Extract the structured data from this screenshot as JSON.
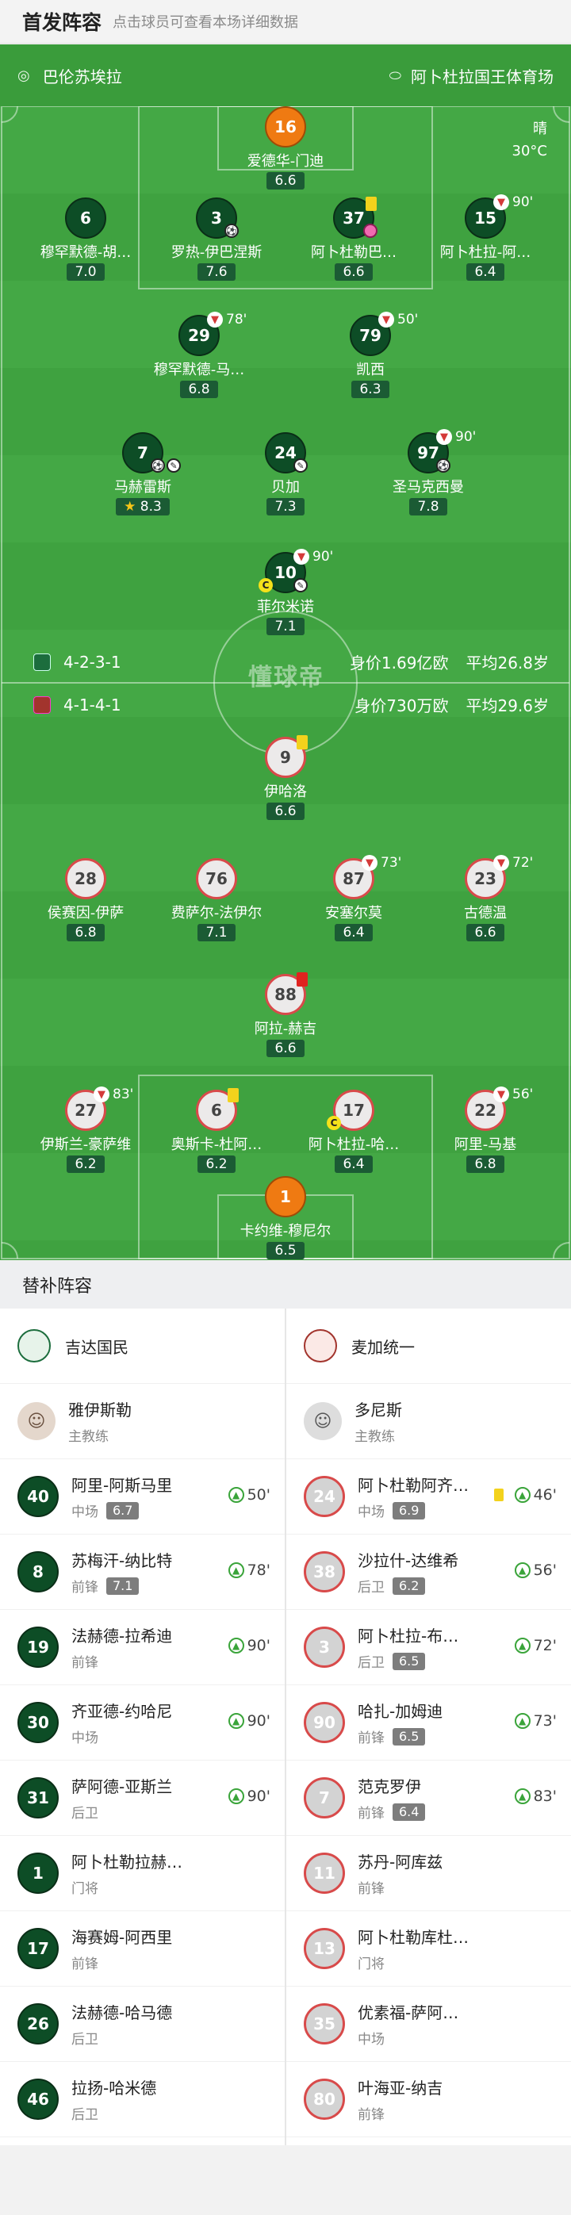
{
  "header": {
    "title": "首发阵容",
    "subtitle": "点击球员可查看本场详细数据"
  },
  "venue": {
    "coach_side": "巴伦苏埃拉",
    "stadium": "阿卜杜拉国王体育场"
  },
  "weather": {
    "condition": "晴",
    "temperature": "30°C"
  },
  "home_formation": {
    "formation": "4-2-3-1",
    "value": "身价1.69亿欧",
    "age": "平均26.8岁"
  },
  "away_formation": {
    "formation": "4-1-4-1",
    "value": "身价730万欧",
    "age": "平均29.6岁"
  },
  "watermark": "懂球帝",
  "home_players": [
    {
      "num": "16",
      "name": "爱德华-门迪",
      "rating": "6.6"
    },
    {
      "num": "6",
      "name": "穆罕默德-胡…",
      "rating": "7.0"
    },
    {
      "num": "3",
      "name": "罗热-伊巴涅斯",
      "rating": "7.6"
    },
    {
      "num": "37",
      "name": "阿卜杜勒巴…",
      "rating": "6.6"
    },
    {
      "num": "15",
      "name": "阿卜杜拉-阿…",
      "rating": "6.4",
      "sub": "90'"
    },
    {
      "num": "29",
      "name": "穆罕默德-马…",
      "rating": "6.8",
      "sub": "78'"
    },
    {
      "num": "79",
      "name": "凯西",
      "rating": "6.3",
      "sub": "50'"
    },
    {
      "num": "7",
      "name": "马赫雷斯",
      "rating": "8.3"
    },
    {
      "num": "24",
      "name": "贝加",
      "rating": "7.3"
    },
    {
      "num": "97",
      "name": "圣马克西曼",
      "rating": "7.8",
      "sub": "90'"
    },
    {
      "num": "10",
      "name": "菲尔米诺",
      "rating": "7.1",
      "sub": "90'"
    }
  ],
  "away_players": [
    {
      "num": "9",
      "name": "伊哈洛",
      "rating": "6.6"
    },
    {
      "num": "28",
      "name": "侯赛因-伊萨",
      "rating": "6.8"
    },
    {
      "num": "76",
      "name": "费萨尔-法伊尔",
      "rating": "7.1"
    },
    {
      "num": "87",
      "name": "安塞尔莫",
      "rating": "6.4",
      "sub": "73'"
    },
    {
      "num": "23",
      "name": "古德温",
      "rating": "6.6",
      "sub": "72'"
    },
    {
      "num": "88",
      "name": "阿拉-赫吉",
      "rating": "6.6"
    },
    {
      "num": "27",
      "name": "伊斯兰-豪萨维",
      "rating": "6.2",
      "sub": "83'"
    },
    {
      "num": "6",
      "name": "奥斯卡-杜阿…",
      "rating": "6.2"
    },
    {
      "num": "17",
      "name": "阿卜杜拉-哈…",
      "rating": "6.4"
    },
    {
      "num": "22",
      "name": "阿里-马基",
      "rating": "6.8",
      "sub": "56'"
    },
    {
      "num": "1",
      "name": "卡约维-穆尼尔",
      "rating": "6.5"
    }
  ],
  "subs_title": "替补阵容",
  "home_team": {
    "name": "吉达国民"
  },
  "away_team": {
    "name": "麦加统一"
  },
  "home_coach": {
    "name": "雅伊斯勒",
    "role": "主教练"
  },
  "away_coach": {
    "name": "多尼斯",
    "role": "主教练"
  },
  "home_subs": [
    {
      "num": "40",
      "name": "阿里-阿斯马里",
      "pos": "中场",
      "rating": "6.7",
      "on": "50'"
    },
    {
      "num": "8",
      "name": "苏梅汗-纳比特",
      "pos": "前锋",
      "rating": "7.1",
      "on": "78'"
    },
    {
      "num": "19",
      "name": "法赫德-拉希迪",
      "pos": "前锋",
      "on": "90'"
    },
    {
      "num": "30",
      "name": "齐亚德-约哈尼",
      "pos": "中场",
      "on": "90'"
    },
    {
      "num": "31",
      "name": "萨阿德-亚斯兰",
      "pos": "后卫",
      "on": "90'"
    },
    {
      "num": "1",
      "name": "阿卜杜勒拉赫…",
      "pos": "门将"
    },
    {
      "num": "17",
      "name": "海赛姆-阿西里",
      "pos": "前锋"
    },
    {
      "num": "26",
      "name": "法赫德-哈马德",
      "pos": "后卫"
    },
    {
      "num": "46",
      "name": "拉扬-哈米德",
      "pos": "后卫"
    }
  ],
  "away_subs": [
    {
      "num": "24",
      "name": "阿卜杜勒阿齐…",
      "pos": "中场",
      "rating": "6.9",
      "on": "46'",
      "yellow": true
    },
    {
      "num": "38",
      "name": "沙拉什-达维希",
      "pos": "后卫",
      "rating": "6.2",
      "on": "56'"
    },
    {
      "num": "3",
      "name": "阿卜杜拉-布…",
      "pos": "后卫",
      "rating": "6.5",
      "on": "72'"
    },
    {
      "num": "90",
      "name": "哈扎-加姆迪",
      "pos": "前锋",
      "rating": "6.5",
      "on": "73'"
    },
    {
      "num": "7",
      "name": "范克罗伊",
      "pos": "前锋",
      "rating": "6.4",
      "on": "83'"
    },
    {
      "num": "11",
      "name": "苏丹-阿库兹",
      "pos": "前锋"
    },
    {
      "num": "13",
      "name": "阿卜杜勒库杜…",
      "pos": "门将"
    },
    {
      "num": "35",
      "name": "优素福-萨阿…",
      "pos": "中场"
    },
    {
      "num": "80",
      "name": "叶海亚-纳吉",
      "pos": "前锋"
    }
  ]
}
